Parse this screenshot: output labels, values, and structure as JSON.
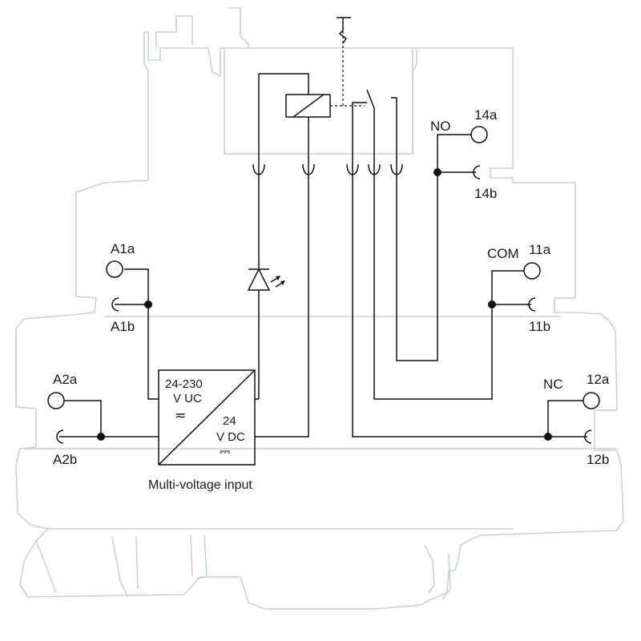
{
  "diagram": {
    "colors": {
      "housing_outline": "#c4d4d6",
      "wire": "#111111",
      "background": "#ffffff"
    },
    "terminals": {
      "a1a": "A1a",
      "a1b": "A1b",
      "a2a": "A2a",
      "a2b": "A2b",
      "t14a": "14a",
      "t14b": "14b",
      "t11a": "11a",
      "t11b": "11b",
      "t12a": "12a",
      "t12b": "12b"
    },
    "contacts": {
      "no": "NO",
      "com": "COM",
      "nc": "NC"
    },
    "converter": {
      "input_range": "24-230",
      "input_type": "V UC",
      "input_symbol": "≂",
      "output_value": "24",
      "output_type": "V DC",
      "output_symbol": "⎓"
    },
    "caption": "Multi-voltage input"
  }
}
